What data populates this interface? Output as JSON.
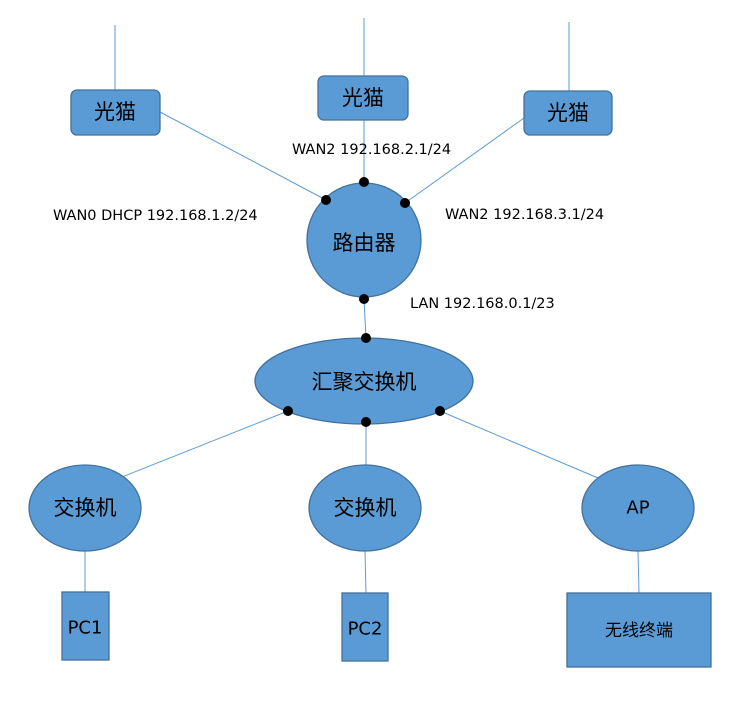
{
  "colors": {
    "node_fill": "#5B9BD5",
    "node_stroke": "#41719C",
    "link": "#5B9BD5",
    "port": "#000000"
  },
  "nodes": {
    "modem_left": "光猫",
    "modem_middle": "光猫",
    "modem_right": "光猫",
    "router": "路由器",
    "aggregation_switch": "汇聚交换机",
    "switch_left": "交换机",
    "switch_middle": "交换机",
    "ap": "AP",
    "pc1": "PC1",
    "pc2": "PC2",
    "wireless_terminal": "无线终端"
  },
  "port_labels": {
    "wan_middle": "WAN2 192.168.2.1/24",
    "wan_left": "WAN0 DHCP 192.168.1.2/24",
    "wan_right": "WAN2 192.168.3.1/24",
    "lan": "LAN 192.168.0.1/23"
  }
}
